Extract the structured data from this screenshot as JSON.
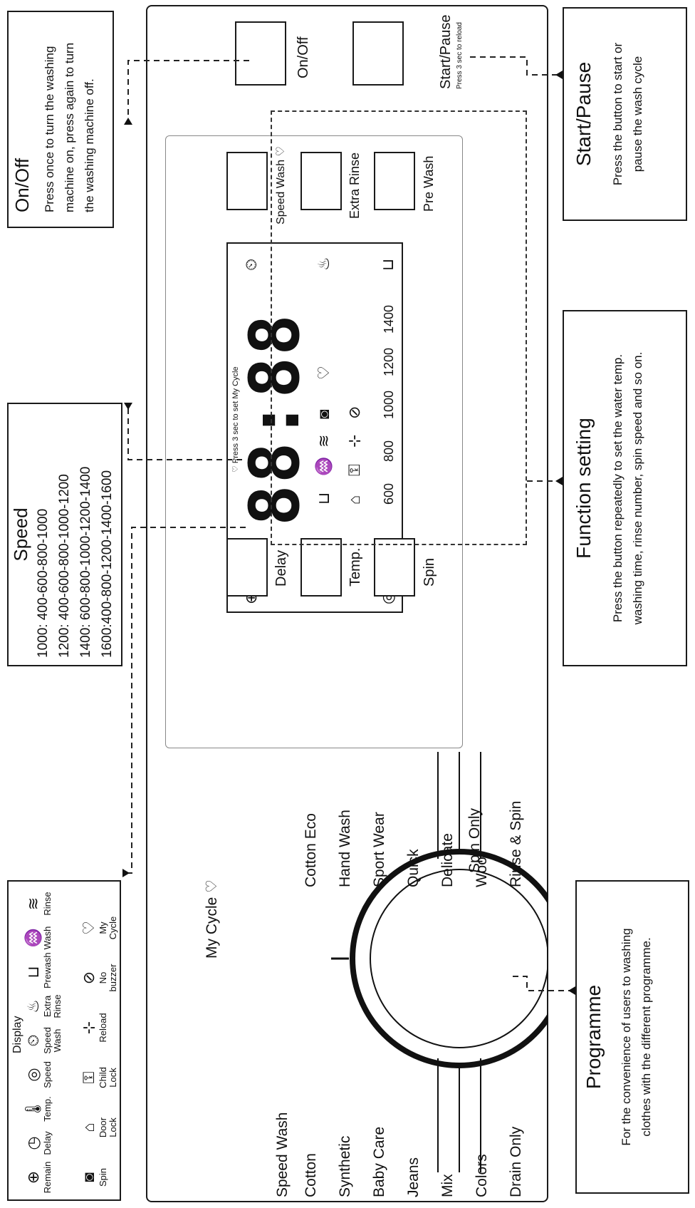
{
  "callouts": {
    "onoff": {
      "title": "On/Off",
      "lines": [
        "Press once to turn the washing",
        "machine on, press again to turn",
        "the washing machine off."
      ]
    },
    "speed": {
      "title": "Speed",
      "lines": [
        "1000: 400-600-800-1000",
        "1200: 400-600-800-1000-1200",
        "1400: 600-800-1000-1200-1400",
        "1600:400-800-1200-1400-1600"
      ]
    },
    "startpause": {
      "title": "Start/Pause",
      "lines": [
        "Press the button to start or",
        "pause the wash cycle"
      ]
    },
    "function": {
      "title": "Function setting",
      "lines": [
        "Press the button repeatedly to set the water temp.",
        "washing time, rinse number, spin speed and so on."
      ]
    },
    "programme": {
      "title": "Programme",
      "lines": [
        "For the convenience of users to washing",
        "clothes with the different programme."
      ]
    }
  },
  "legend": {
    "title": "Display",
    "row1": [
      {
        "icon": "⊕",
        "label": "Remain"
      },
      {
        "icon": "◷",
        "label": "Delay"
      },
      {
        "icon": "🌡",
        "label": "Temp."
      },
      {
        "icon": "◎",
        "label": "Speed"
      },
      {
        "icon": "⏲",
        "label": "Speed Wash"
      },
      {
        "icon": "♨",
        "label": "Extra Rinse"
      },
      {
        "icon": "⊔",
        "label": "Prewash"
      },
      {
        "icon": "♒",
        "label": "Wash"
      },
      {
        "icon": "≋",
        "label": "Rinse"
      }
    ],
    "row2": [
      {
        "icon": "◙",
        "label": "Spin"
      },
      {
        "icon": "⌂",
        "label": "Door Lock"
      },
      {
        "icon": "⚿",
        "label": "Child Lock"
      },
      {
        "icon": "⊹",
        "label": "Reload"
      },
      {
        "icon": "⊘",
        "label": "No buzzer"
      },
      {
        "icon": "♡",
        "label": "My Cycle"
      }
    ]
  },
  "panel": {
    "onoff_label": "On/Off",
    "startpause_label": "Start/Pause",
    "startpause_hint": "Press 3 sec to reload",
    "speedwash_label": "Speed Wash ♡",
    "extrarinse_label": "Extra Rinse",
    "prewash_label": "Pre Wash",
    "delay_label": "Delay",
    "temp_label": "Temp.",
    "spin_label": "Spin",
    "mycycle_hint": "♡ Press 3 sec to set My Cycle",
    "digits": "88:88",
    "spin_speeds": [
      "600",
      "800",
      "1000",
      "1200",
      "1400"
    ]
  },
  "programmes": {
    "left": [
      "Cotton",
      "Synthetic",
      "Baby Care",
      "Jeans",
      "Mix",
      "Colors",
      "Drain Only"
    ],
    "speed_wash": "Speed Wash",
    "my_cycle": "My Cycle ♡",
    "right": [
      "Cotton Eco",
      "Hand Wash",
      "Sport Wear",
      "Quick",
      "Delicate",
      "Wool",
      "Rinse & Spin"
    ],
    "spin_only": "Spin Only"
  }
}
